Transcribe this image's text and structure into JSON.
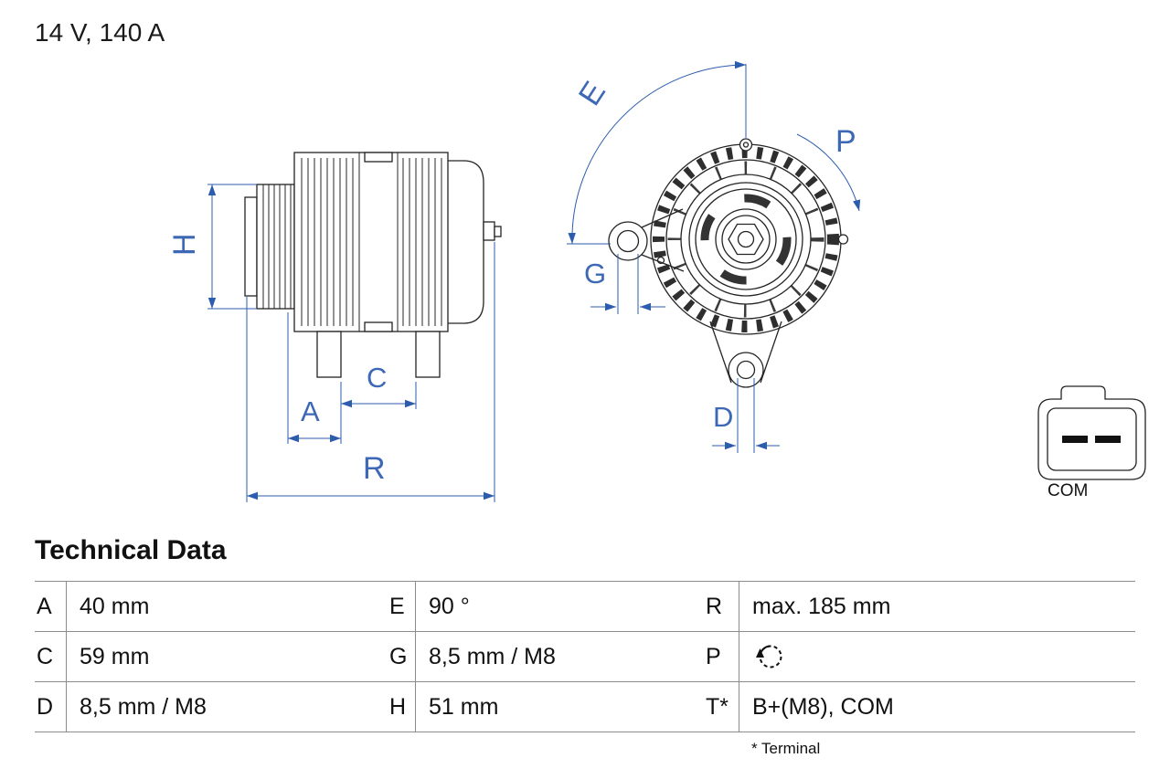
{
  "title": "14 V, 140 A",
  "drawing": {
    "connector_label": "COM",
    "labels": {
      "h": "H",
      "a": "A",
      "c": "C",
      "r": "R",
      "e": "E",
      "p": "P",
      "g": "G",
      "d": "D"
    },
    "dimension_color": "#2b5cad",
    "outline_color": "#242424"
  },
  "technical_data": {
    "heading": "Technical Data",
    "rows": [
      {
        "k1": "A",
        "v1": "40 mm",
        "k2": "E",
        "v2": "90 °",
        "k3": "R",
        "v3": "max. 185 mm"
      },
      {
        "k1": "C",
        "v1": "59 mm",
        "k2": "G",
        "v2": "8,5 mm / M8",
        "k3": "P",
        "v3_icon": "rotation-direction-icon"
      },
      {
        "k1": "D",
        "v1": "8,5 mm / M8",
        "k2": "H",
        "v2": "51 mm",
        "k3": "T*",
        "v3": "B+(M8), COM"
      }
    ],
    "footnote": "* Terminal",
    "table_border_color": "#8c8c8c"
  }
}
